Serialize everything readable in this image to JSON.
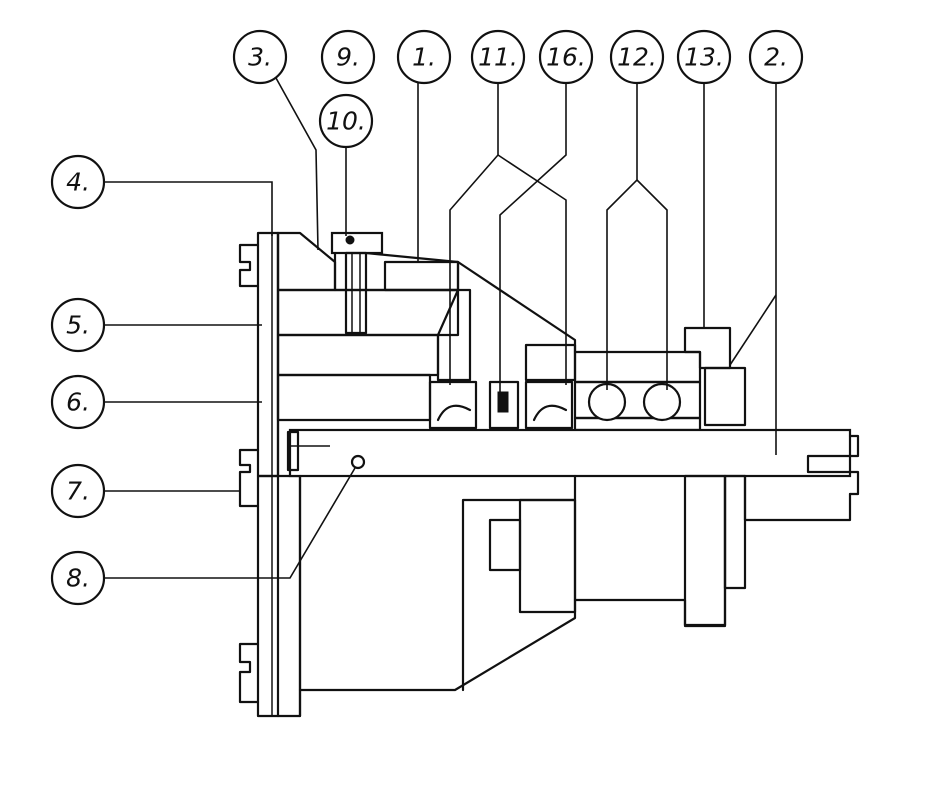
{
  "callouts": {
    "c3": "3.",
    "c9": "9.",
    "c1": "1.",
    "c11": "11.",
    "c16": "16.",
    "c12": "12.",
    "c13": "13.",
    "c2": "2.",
    "c10": "10.",
    "c4": "4.",
    "c5": "5.",
    "c6": "6.",
    "c7": "7.",
    "c8": "8."
  }
}
